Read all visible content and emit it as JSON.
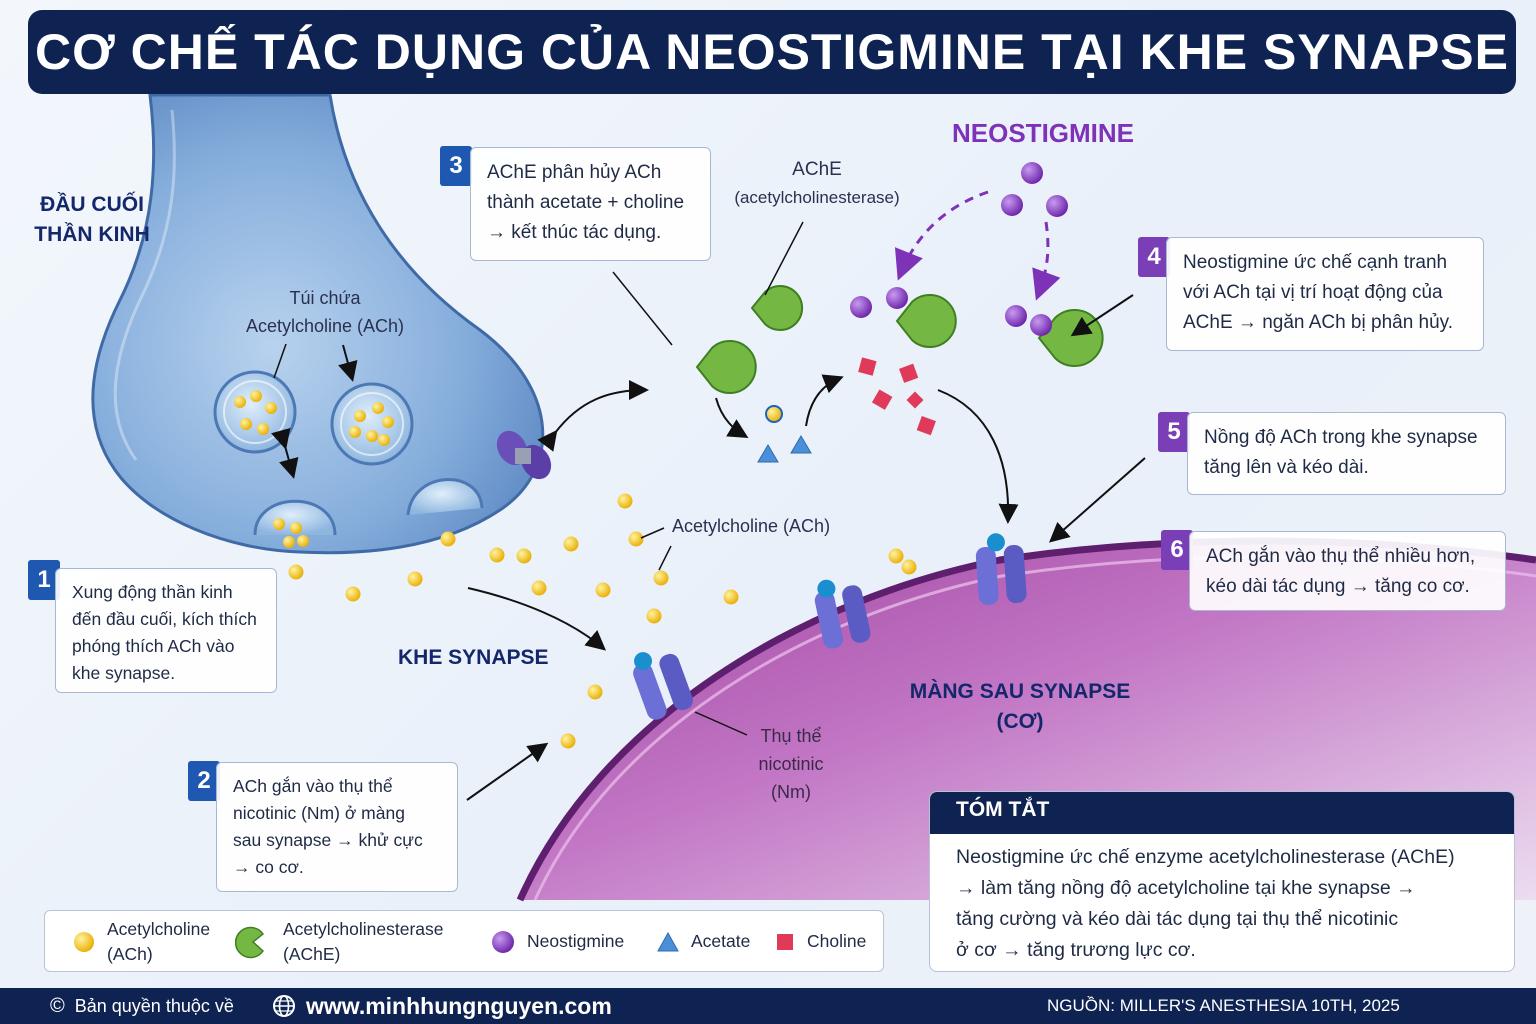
{
  "title": "CƠ CHẾ TÁC DỤNG CỦA NEOSTIGMINE TẠI KHE SYNAPSE",
  "regions": {
    "nerve_ending": [
      "ĐẦU CUỐI",
      "THẦN KINH"
    ],
    "cleft": "KHE SYNAPSE",
    "postsynaptic": [
      "MÀNG SAU SYNAPSE",
      "(CƠ)"
    ]
  },
  "labels": {
    "vesicle": [
      "Túi chứa",
      "Acetylcholine (ACh)"
    ],
    "ache": [
      "AChE",
      "(acetylcholinesterase)"
    ],
    "neostigmine": "NEOSTIGMINE",
    "ach": "Acetylcholine (ACh)",
    "receptor": [
      "Thụ thể",
      "nicotinic",
      "(Nm)"
    ]
  },
  "steps": [
    {
      "number": "1",
      "lines": [
        "Xung động thần kinh",
        "đến đầu cuối, kích thích",
        "phóng thích ACh vào",
        "khe synapse."
      ]
    },
    {
      "number": "2",
      "lines": [
        "ACh gắn vào thụ thể",
        "nicotinic (Nm) ở màng",
        "sau synapse → khử cực",
        "→ co cơ."
      ]
    },
    {
      "number": "3",
      "lines": [
        "AChE phân hủy ACh",
        "thành acetate + choline",
        "→ kết thúc tác dụng."
      ]
    },
    {
      "number": "4",
      "lines": [
        "Neostigmine ức chế cạnh tranh",
        "với ACh tại vị trí hoạt động của",
        "AChE → ngăn ACh bị phân hủy."
      ]
    },
    {
      "number": "5",
      "lines": [
        "Nồng độ ACh trong khe synapse",
        "tăng lên và kéo dài."
      ]
    },
    {
      "number": "6",
      "lines": [
        "ACh gắn vào thụ thể nhiều hơn,",
        "kéo dài tác dụng → tăng co cơ."
      ]
    }
  ],
  "legend": [
    {
      "icon": "ach-dot-icon",
      "lines": [
        "Acetylcholine",
        "(ACh)"
      ]
    },
    {
      "icon": "ache-enzyme-icon",
      "lines": [
        "Acetylcholinesterase",
        "(AChE)"
      ]
    },
    {
      "icon": "neostigmine-dot-icon",
      "lines": [
        "Neostigmine"
      ]
    },
    {
      "icon": "acetate-triangle-icon",
      "lines": [
        "Acetate"
      ]
    },
    {
      "icon": "choline-square-icon",
      "lines": [
        "Choline"
      ]
    }
  ],
  "summary": {
    "heading": "TÓM TẮT",
    "lines": [
      "Neostigmine ức chế enzyme acetylcholinesterase (AChE)",
      "→ làm tăng nồng độ acetylcholine tại khe synapse →",
      "tăng cường và kéo dài tác dụng tại thụ thể nicotinic",
      "ở cơ → tăng trương lực cơ."
    ]
  },
  "footer": {
    "copyright": "Bản quyền thuộc về",
    "website": "www.minhhungnguyen.com",
    "source": "NGUỒN: MILLER'S ANESTHESIA 10TH, 2025"
  },
  "colors": {
    "navy": "#0f2352",
    "ach": "#f5c518",
    "ache": "#6fb33c",
    "neostigmine": "#7b35c2",
    "acetate": "#4a90d9",
    "choline": "#e03a5a",
    "step_blue": "#1f58b0",
    "step_purple": "#7a3fb6"
  }
}
